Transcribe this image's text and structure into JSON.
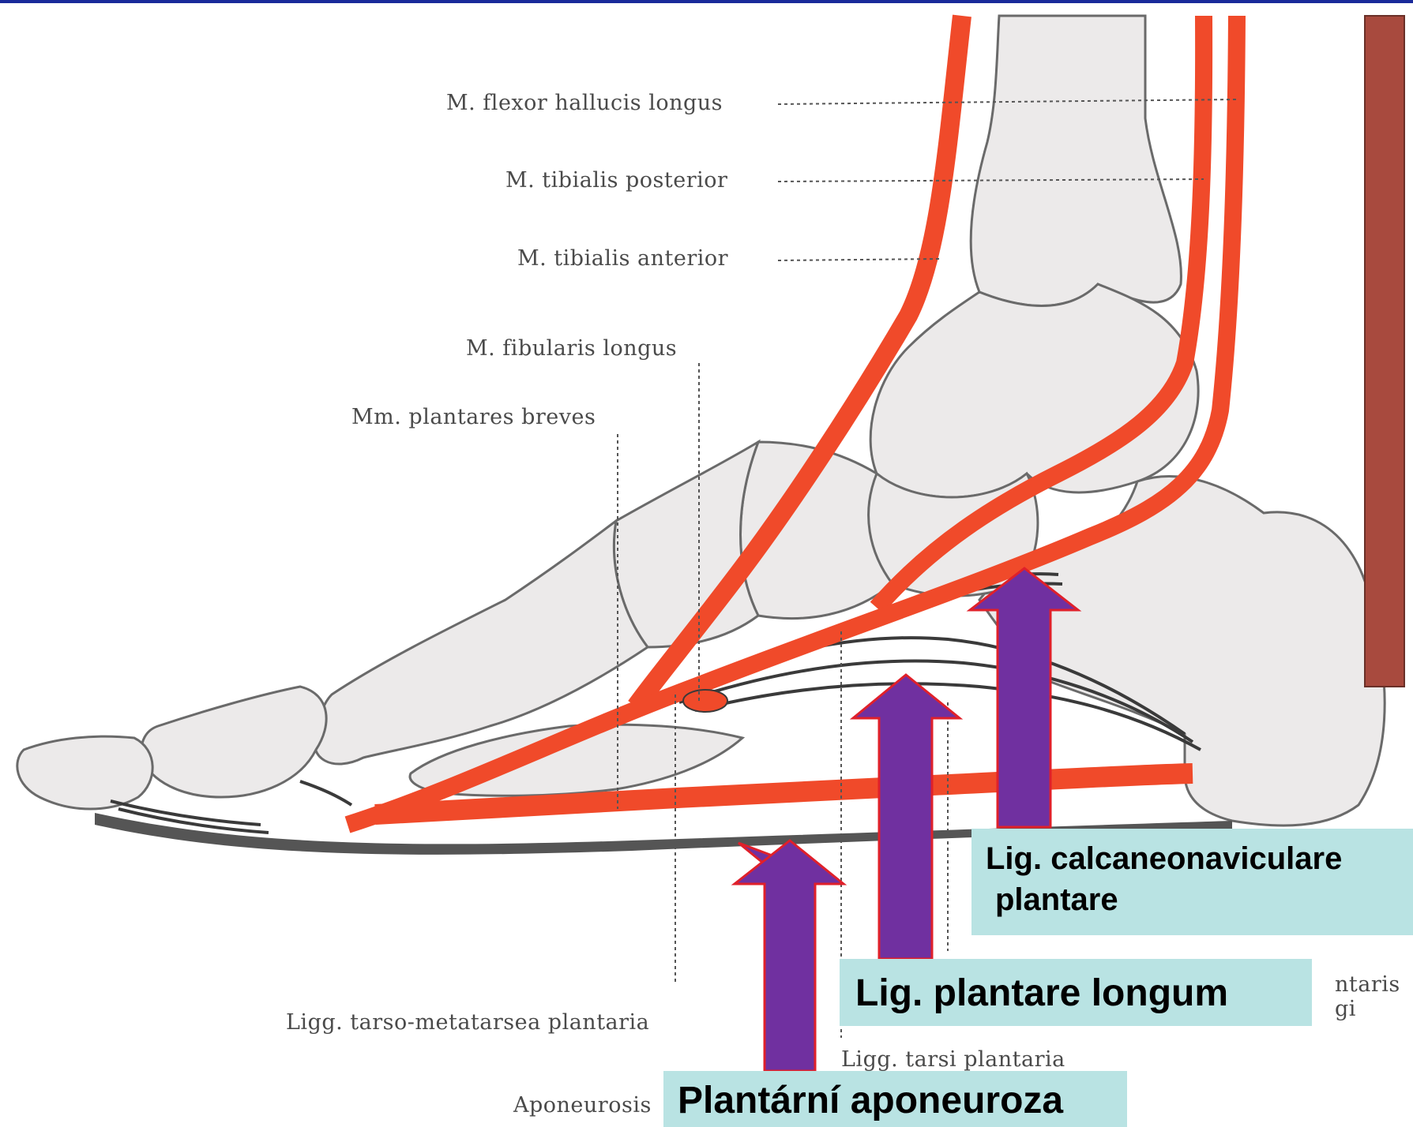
{
  "labels": {
    "flexor_hallucis_longus": "M. flexor hallucis longus",
    "tibialis_posterior": "M. tibialis posterior",
    "tibialis_anterior": "M. tibialis anterior",
    "fibularis_longus": "M. fibularis longus",
    "plantares_breves": "Mm. plantares breves",
    "tarso_metatarsea": "Ligg. tarso-metatarsea plantaria",
    "tarsi_plantaria": "Ligg. tarsi plantaria",
    "aponeurosis": "Aponeurosis",
    "partial_right_line1": "ntaris",
    "partial_right_line2": "gi"
  },
  "callouts": {
    "calcaneonaviculare_line1": "Lig. calcaneonaviculare",
    "calcaneonaviculare_line2": "plantare",
    "plantare_longum": "Lig. plantare longum",
    "plantarni_aponeuroza": "Plantární aponeuroza"
  },
  "colors": {
    "tendon": "#f04a2a",
    "arrow": "#7030a0",
    "arrow_border": "#e0202a",
    "callout_bg": "#b9e3e3",
    "bone_fill": "#eceaea",
    "bone_outline": "#6a6a6a",
    "achilles": "#a84a3e",
    "top_bar": "#1a2a9a"
  }
}
